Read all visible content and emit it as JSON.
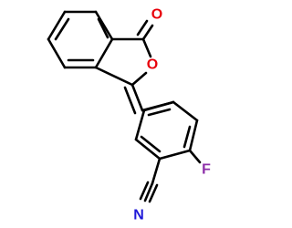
{
  "molecule": {
    "atoms": [
      {
        "id": "O_carbonyl",
        "symbol": "O",
        "color": "#e8000a"
      },
      {
        "id": "O_ring",
        "symbol": "O",
        "color": "#e8000a"
      },
      {
        "id": "F",
        "symbol": "F",
        "color": "#8c2ea8"
      },
      {
        "id": "N",
        "symbol": "N",
        "color": "#1e18d8"
      }
    ],
    "bond_color": "#000000"
  }
}
